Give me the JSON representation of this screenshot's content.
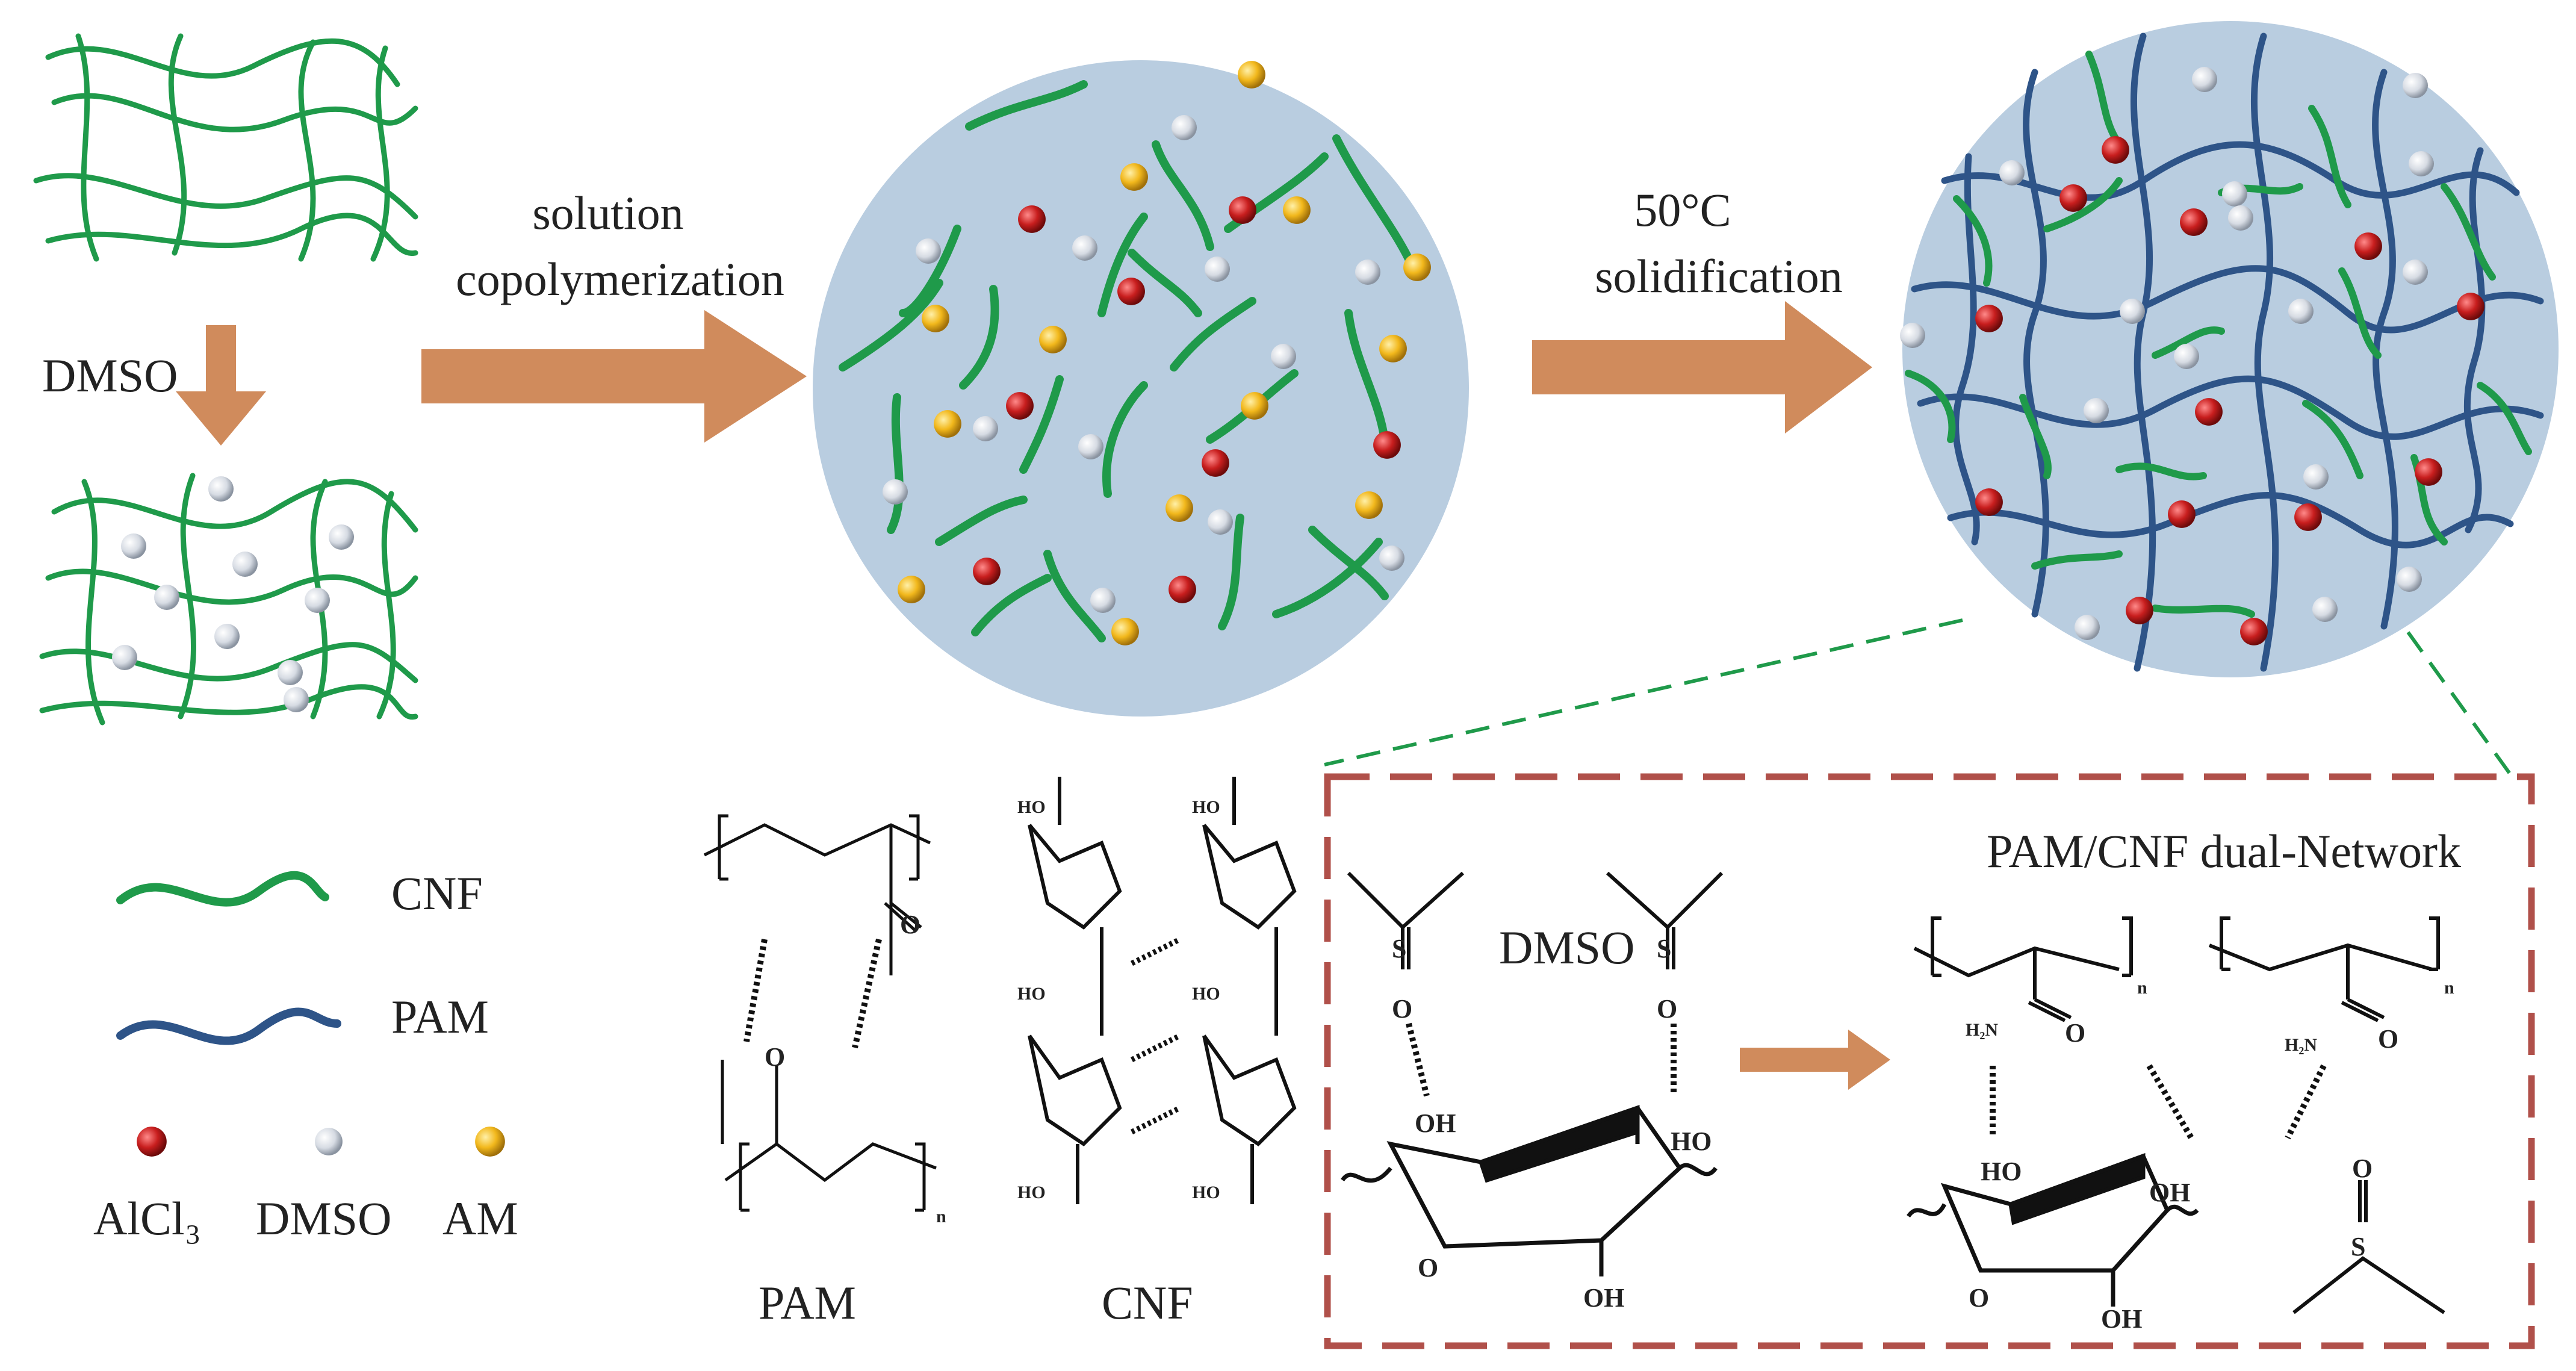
{
  "steps": {
    "dmso_label": "DMSO",
    "step1_line1": "solution",
    "step1_line2": "copolymerization",
    "step2_line1": "50°C",
    "step2_line2": "solidification"
  },
  "legend": {
    "cnf": "CNF",
    "pam": "PAM",
    "alcl3": "AlCl₃",
    "dmso": "DMSO",
    "am": "AM"
  },
  "structures": {
    "pam_caption": "PAM",
    "cnf_caption": "CNF",
    "inset_title": "PAM/CNF dual-Network",
    "inset_dmso": "DMSO",
    "oh": "OH",
    "ho": "HO",
    "o": "O",
    "s": "S",
    "h2n": "H₂N",
    "n": "n"
  },
  "colors": {
    "cnf": "#1f9a4a",
    "pam": "#2e5488",
    "alcl3": "#c81e1e",
    "dmso": "#d6dbe3",
    "am": "#f2b81c",
    "arrow": "#d08b5c",
    "circle_fill": "#b9cde0",
    "inset_border": "#b0504a",
    "dash": "#1f9a4a"
  }
}
